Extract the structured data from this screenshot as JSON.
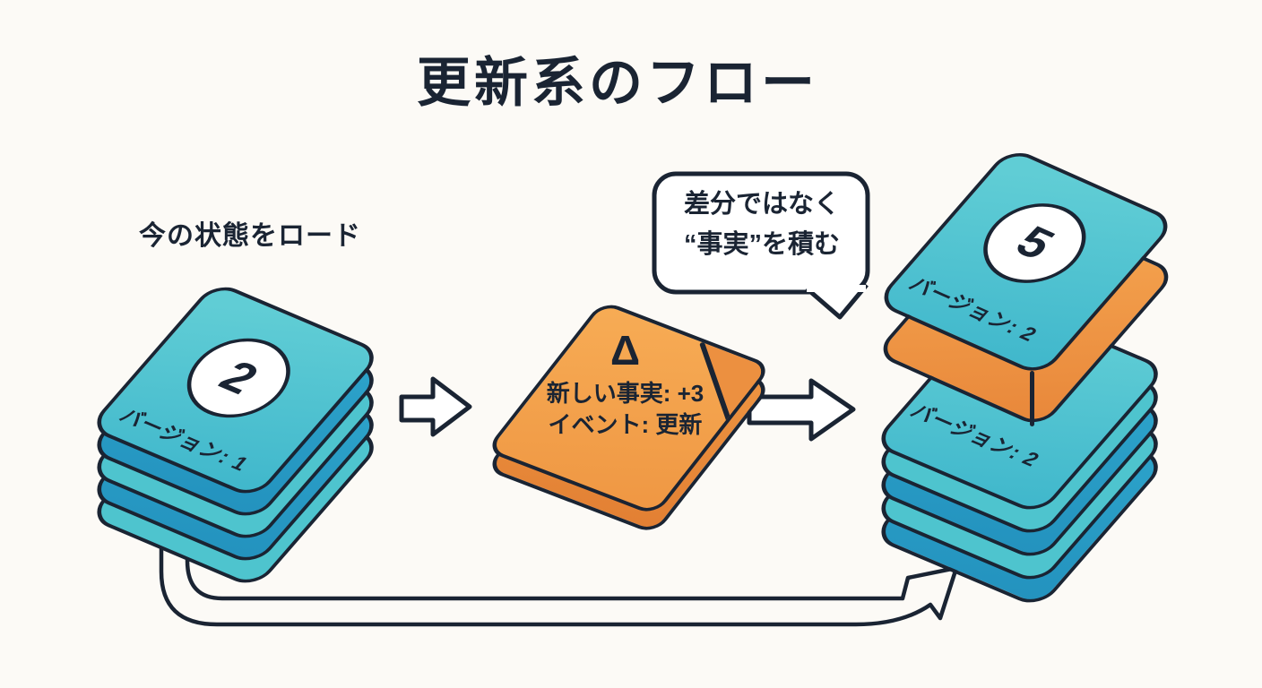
{
  "title": "更新系のフロー",
  "annotations": {
    "load_label": "今の状態をロード"
  },
  "state_stack": {
    "badge": "2",
    "version_label": "バージョン: 1"
  },
  "delta_card": {
    "symbol": "Δ",
    "fact_line": "新しい事実: +3",
    "event_line": "イベント: 更新"
  },
  "speech_bubble": {
    "line1": "差分ではなく",
    "line2": "“事実”を積む"
  },
  "result_card": {
    "badge": "5",
    "version_label": "バージョン: 2"
  },
  "event_stack": {
    "version_label": "バージョン: 2"
  },
  "colors": {
    "background": "#FCFAF6",
    "ink": "#1A2433",
    "teal": "#56C8D1",
    "tealMid": "#4EC4CE",
    "blueDark": "#2B9EC6",
    "orange": "#F5A54F",
    "orangeDark": "#EC9040",
    "paper": "#FFFFFF"
  }
}
